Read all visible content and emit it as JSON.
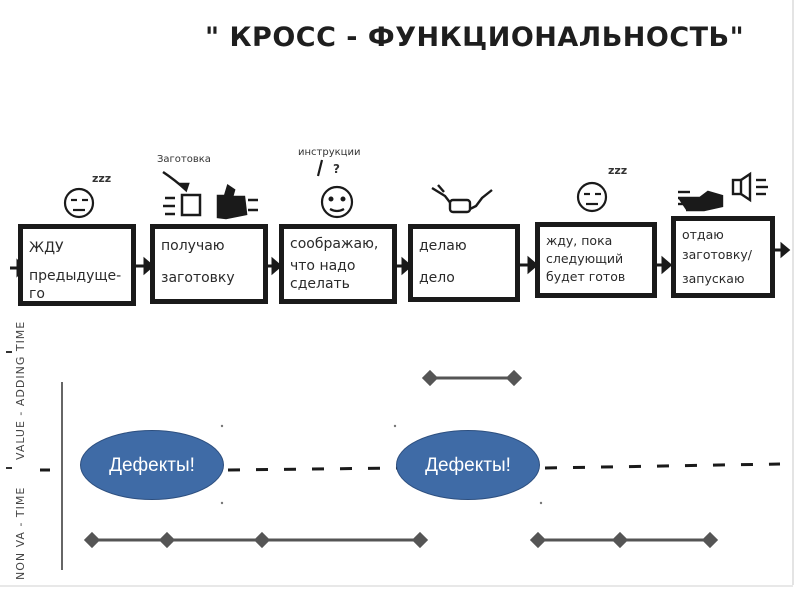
{
  "title": "\" КРОСС - ФУНКЦИОНАЛЬНОСТЬ\"",
  "steps": [
    {
      "lines": [
        "ЖДУ",
        "предыдуще-",
        "го"
      ]
    },
    {
      "lines": [
        "получаю",
        "заготовку"
      ]
    },
    {
      "lines": [
        "соображаю,",
        "что надо",
        "сделать"
      ]
    },
    {
      "lines": [
        "делаю",
        "дело"
      ]
    },
    {
      "lines": [
        "жду, пока",
        "следующий",
        "будет готов"
      ]
    },
    {
      "lines": [
        "отдаю",
        "заготовку/",
        "запускаю"
      ]
    }
  ],
  "annotations": {
    "zagotovka": "Заготовка",
    "instruction": "инструкции",
    "zzz": "zzz",
    "question": "?"
  },
  "axis_labels": {
    "value_adding": "VALUE - ADDING TIME",
    "non_value": "NON VA - TIME"
  },
  "defects": [
    {
      "label": "Дефекты!"
    },
    {
      "label": "Дефекты!"
    }
  ]
}
